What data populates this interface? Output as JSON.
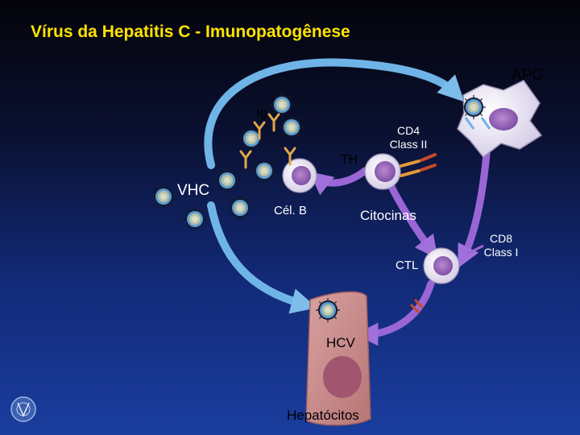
{
  "title": "Vírus da Hepatitis C - Imunopatogênese",
  "labels": {
    "apc": "APC",
    "ig": "Ig",
    "cd4": "CD4",
    "class_ii": "Class II",
    "th": "TH",
    "vhc": "VHC",
    "cel_b": "Cél. B",
    "citocinas": "Citocinas",
    "cd8": "CD8",
    "class_i": "Class I",
    "ctl": "CTL",
    "hcv": "HCV",
    "hepatocitos": "Hepatócitos"
  },
  "colors": {
    "title": "#ffe300",
    "arrow_blue": "#6fb4e6",
    "arrow_purple": "#9a66d6",
    "hepatocyte": "#c98c8c",
    "nucleus": "#a0566e",
    "virus_core": "#b9c2a6",
    "virus_ring": "#5f9ecf"
  },
  "logo": "vca-logo-icon"
}
